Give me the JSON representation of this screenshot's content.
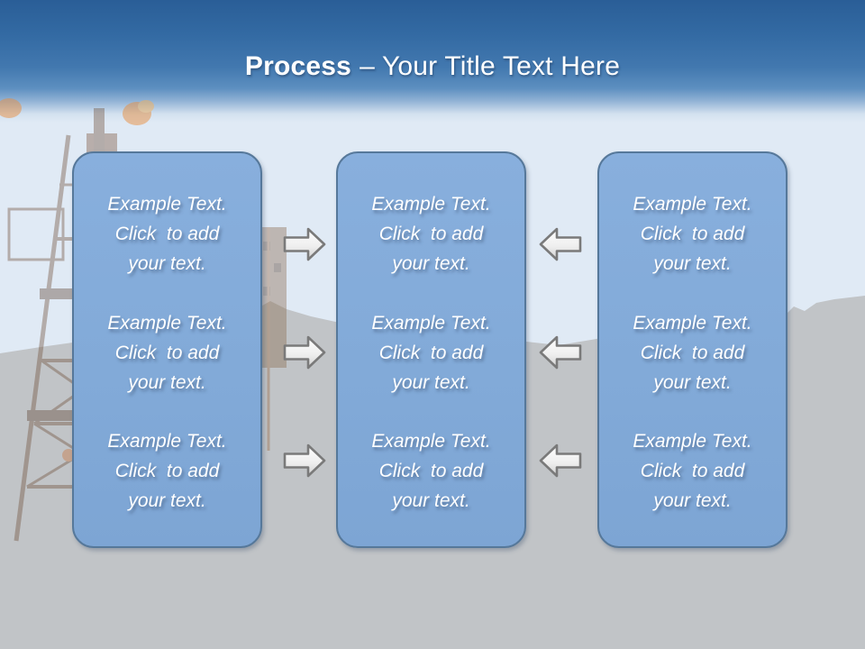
{
  "title": {
    "emphasis": "Process",
    "rest": "– Your Title Text Here"
  },
  "columns": [
    {
      "id": "left-column",
      "blocks": [
        {
          "lines": [
            "Example Text.",
            "Click  to add",
            "your text."
          ]
        },
        {
          "lines": [
            "Example Text.",
            "Click  to add",
            "your text."
          ]
        },
        {
          "lines": [
            "Example Text.",
            "Click  to add",
            "your text."
          ]
        }
      ]
    },
    {
      "id": "middle-column",
      "blocks": [
        {
          "lines": [
            "Example Text.",
            "Click  to add",
            "your text."
          ]
        },
        {
          "lines": [
            "Example Text.",
            "Click  to add",
            "your text."
          ]
        },
        {
          "lines": [
            "Example Text.",
            "Click  to add",
            "your text."
          ]
        }
      ]
    },
    {
      "id": "right-column",
      "blocks": [
        {
          "lines": [
            "Example Text.",
            "Click  to add",
            "your text."
          ]
        },
        {
          "lines": [
            "Example Text.",
            "Click  to add",
            "your text."
          ]
        },
        {
          "lines": [
            "Example Text.",
            "Click  to add",
            "your text."
          ]
        }
      ]
    }
  ],
  "arrows": {
    "right_arrows": 3,
    "left_arrows": 3
  },
  "colors": {
    "header_top": "#2A5E97",
    "header_mid": "#4278AF",
    "sky": "#E0EAF5",
    "ground": "#C1C4C7",
    "box_fill": "#82AAD8",
    "box_border": "#56789A",
    "arrow_fill": "#F5F5F5",
    "arrow_border": "#7A7A7A",
    "title_text": "#FFFFFF",
    "flame": "#E78E3F"
  }
}
